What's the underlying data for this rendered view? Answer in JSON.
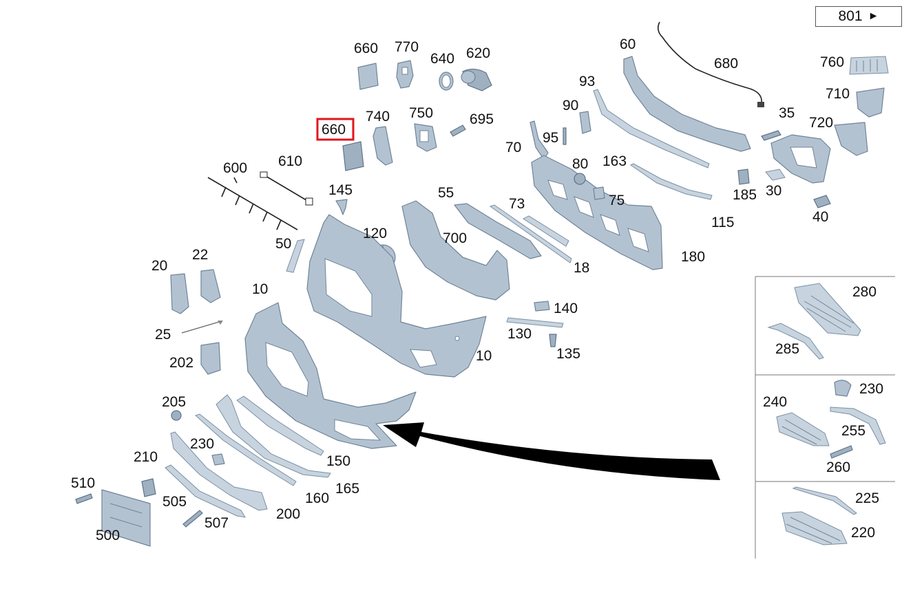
{
  "page_reference": {
    "label": "801",
    "arrow": "►"
  },
  "highlighted_part": "660",
  "labels": [
    {
      "id": "660a",
      "text": "660"
    },
    {
      "id": "770",
      "text": "770"
    },
    {
      "id": "640",
      "text": "640"
    },
    {
      "id": "620",
      "text": "620"
    },
    {
      "id": "60",
      "text": "60"
    },
    {
      "id": "680",
      "text": "680"
    },
    {
      "id": "760",
      "text": "760"
    },
    {
      "id": "710",
      "text": "710"
    },
    {
      "id": "720",
      "text": "720"
    },
    {
      "id": "35",
      "text": "35"
    },
    {
      "id": "93",
      "text": "93"
    },
    {
      "id": "90",
      "text": "90"
    },
    {
      "id": "95",
      "text": "95"
    },
    {
      "id": "70",
      "text": "70"
    },
    {
      "id": "80",
      "text": "80"
    },
    {
      "id": "163",
      "text": "163"
    },
    {
      "id": "185",
      "text": "185"
    },
    {
      "id": "30",
      "text": "30"
    },
    {
      "id": "40",
      "text": "40"
    },
    {
      "id": "660b",
      "text": "660"
    },
    {
      "id": "740",
      "text": "740"
    },
    {
      "id": "750",
      "text": "750"
    },
    {
      "id": "695",
      "text": "695"
    },
    {
      "id": "600",
      "text": "600"
    },
    {
      "id": "610",
      "text": "610"
    },
    {
      "id": "145",
      "text": "145"
    },
    {
      "id": "55",
      "text": "55"
    },
    {
      "id": "73",
      "text": "73"
    },
    {
      "id": "75",
      "text": "75"
    },
    {
      "id": "115",
      "text": "115"
    },
    {
      "id": "180",
      "text": "180"
    },
    {
      "id": "50",
      "text": "50"
    },
    {
      "id": "120",
      "text": "120"
    },
    {
      "id": "700",
      "text": "700"
    },
    {
      "id": "18",
      "text": "18"
    },
    {
      "id": "20",
      "text": "20"
    },
    {
      "id": "22",
      "text": "22"
    },
    {
      "id": "10a",
      "text": "10"
    },
    {
      "id": "140",
      "text": "140"
    },
    {
      "id": "130",
      "text": "130"
    },
    {
      "id": "135",
      "text": "135"
    },
    {
      "id": "10b",
      "text": "10"
    },
    {
      "id": "25",
      "text": "25"
    },
    {
      "id": "202",
      "text": "202"
    },
    {
      "id": "205",
      "text": "205"
    },
    {
      "id": "230a",
      "text": "230"
    },
    {
      "id": "210",
      "text": "210"
    },
    {
      "id": "150",
      "text": "150"
    },
    {
      "id": "510",
      "text": "510"
    },
    {
      "id": "165",
      "text": "165"
    },
    {
      "id": "505",
      "text": "505"
    },
    {
      "id": "160",
      "text": "160"
    },
    {
      "id": "200",
      "text": "200"
    },
    {
      "id": "507",
      "text": "507"
    },
    {
      "id": "500",
      "text": "500"
    },
    {
      "id": "280",
      "text": "280"
    },
    {
      "id": "285",
      "text": "285"
    },
    {
      "id": "230b",
      "text": "230"
    },
    {
      "id": "240",
      "text": "240"
    },
    {
      "id": "255",
      "text": "255"
    },
    {
      "id": "260",
      "text": "260"
    },
    {
      "id": "225",
      "text": "225"
    },
    {
      "id": "220",
      "text": "220"
    }
  ],
  "colors": {
    "part_fill": "#b3c2d1",
    "part_stroke": "#6f8497",
    "highlight": "#e0161b"
  }
}
